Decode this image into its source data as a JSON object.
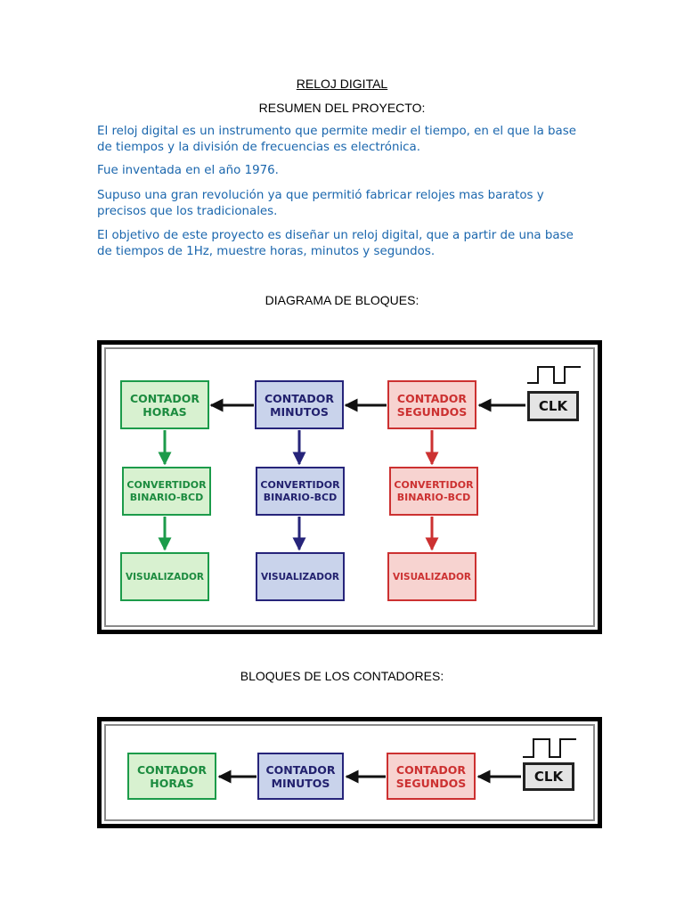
{
  "doc": {
    "title": "RELOJ DIGITAL",
    "summary_heading": "RESUMEN DEL PROYECTO:",
    "paragraphs": [
      "El reloj digital es un instrumento que permite medir el tiempo, en el que la base de tiempos y la división de frecuencias es electrónica.",
      "Fue inventada en el año 1976.",
      "Supuso una gran revolución ya que permitió fabricar relojes mas baratos y precisos que los tradicionales.",
      "El objetivo de este proyecto es diseñar un reloj digital, que a partir de una base de tiempos de 1Hz, muestre horas, minutos y segundos."
    ],
    "diagram_heading": "DIAGRAMA DE BLOQUES:",
    "counters_heading": "BLOQUES DE LOS CONTADORES:"
  },
  "diagram": {
    "clk": "CLK",
    "counter_hours": "CONTADOR\nHORAS",
    "counter_minutes": "CONTADOR\nMINUTOS",
    "counter_seconds": "CONTADOR\nSEGUNDOS",
    "converter": "CONVERTIDOR\nBINARIO-BCD",
    "display": "VISUALIZADOR"
  },
  "counters": {
    "clk": "CLK",
    "counter_hours": "CONTADOR\nHORAS",
    "counter_minutes": "CONTADOR\nMINUTOS",
    "counter_seconds": "CONTADOR\nSEGUNDOS"
  },
  "colors": {
    "text_blue": "#1a66ad",
    "green": "#1c9b4a",
    "blue": "#26247a",
    "red": "#cc3131"
  }
}
